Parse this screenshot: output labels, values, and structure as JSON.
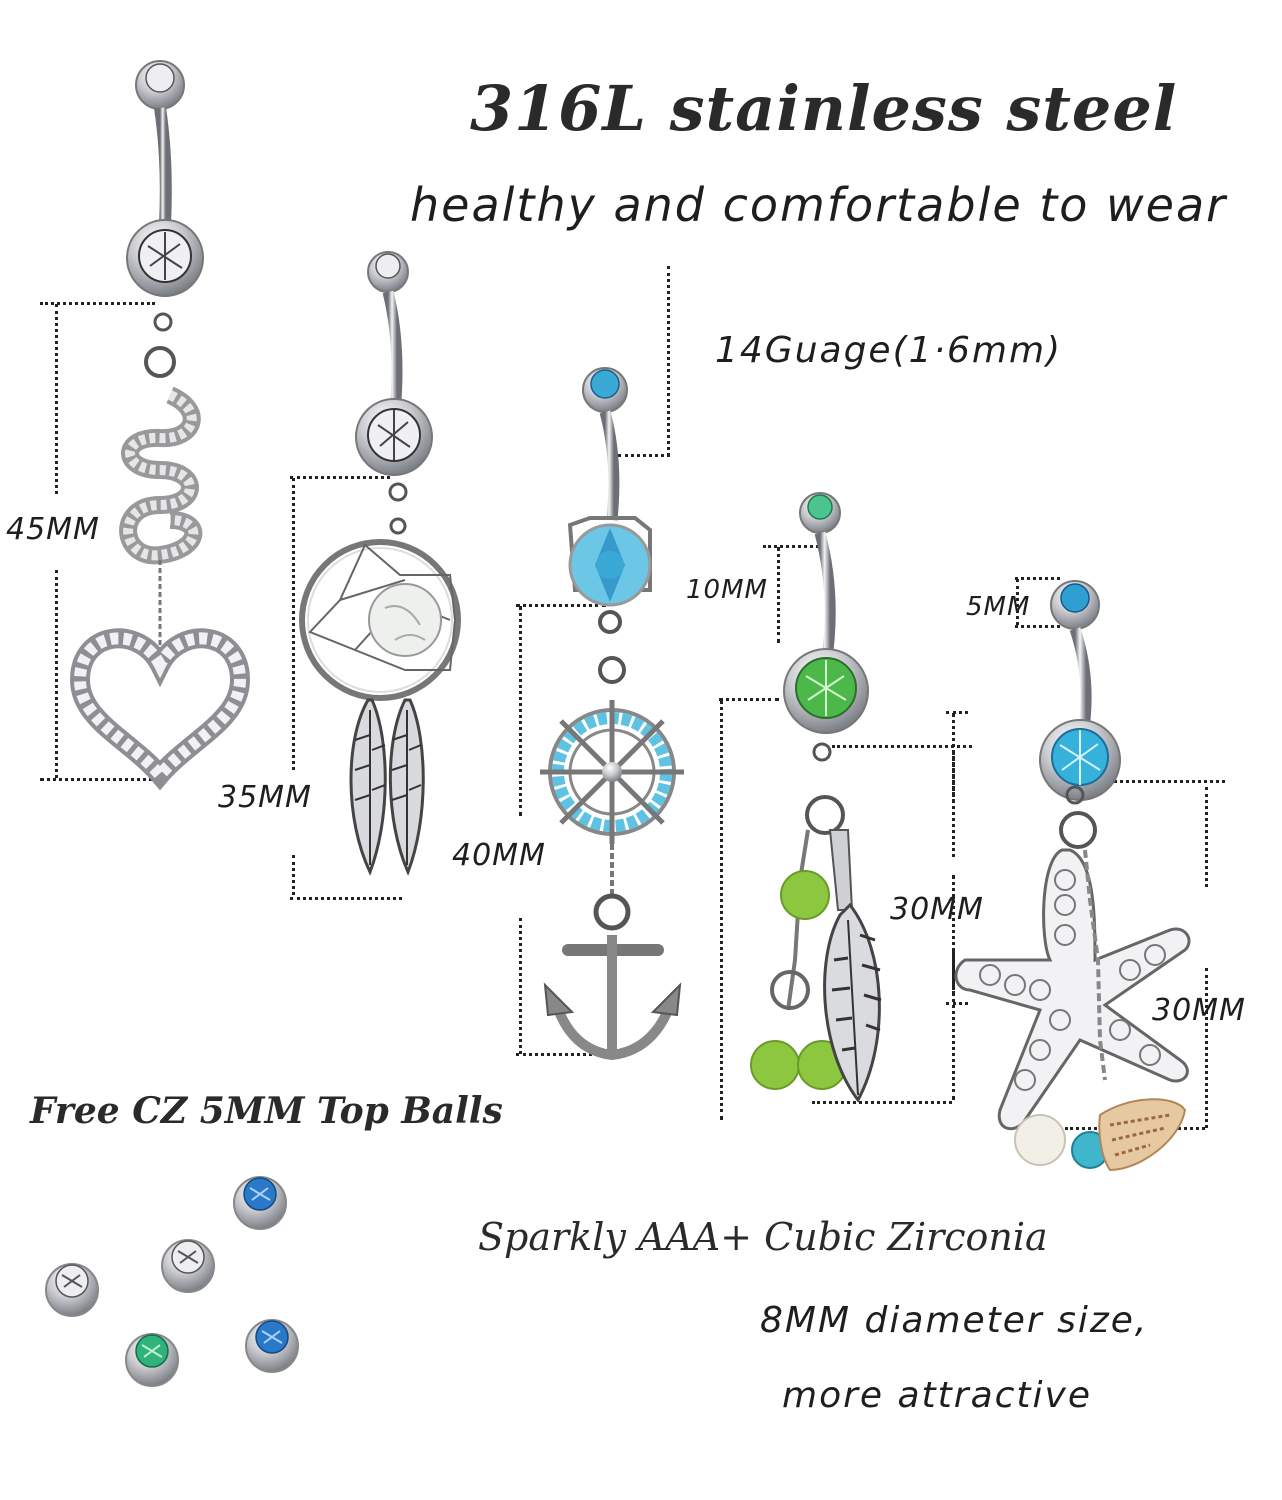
{
  "headline": {
    "title": "316L stainless steel",
    "subtitle": "healthy and comfortable to wear"
  },
  "specs": {
    "gauge": "14Guage(1·6mm)",
    "gem_size": "Sparkly AAA+ Cubic Zirconia",
    "diameter_line1": "8MM diameter size,",
    "diameter_line2": "more attractive",
    "top_balls": "Free CZ 5MM Top Balls"
  },
  "dimensions": {
    "heart_spiral": "45MM",
    "dreamcatcher": "35MM",
    "ship_wheel_anchor": "40MM",
    "bar_length": "10MM",
    "feather_beads": "30MM",
    "ball_size": "5MM",
    "starfish": "30MM"
  },
  "products": [
    {
      "name": "Heart and spiral dangle",
      "gem_color": "#e8e8ee"
    },
    {
      "name": "Dreamcatcher with feathers",
      "gem_color": "#e8e8ee"
    },
    {
      "name": "Ship wheel and anchor",
      "gem_color": "#3aa9d6"
    },
    {
      "name": "Feather with green beads",
      "gem_color": "#4cb84a"
    },
    {
      "name": "Starfish with shell and pearl",
      "gem_color": "#2f9fd1"
    }
  ],
  "top_balls_colors": [
    "#2a78c8",
    "#e8e8ee",
    "#e8e8ee",
    "#2fb37a",
    "#2a78c8"
  ]
}
